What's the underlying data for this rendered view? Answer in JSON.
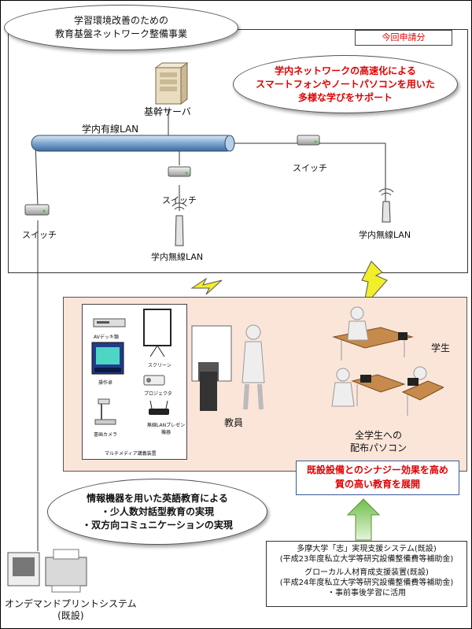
{
  "project_ellipse": [
    "学習環境改善のための",
    "教育基盤ネットワーク整備事業"
  ],
  "current_application_tag": "今回申請分",
  "goal_ellipse": [
    "学内ネットワークの高速化による",
    "スマートフォンやノートパソコンを用いた",
    "多様な学びをサポート"
  ],
  "backbone_server": "基幹サーバ",
  "wired_lan": "学内有線LAN",
  "switch": "スイッチ",
  "wireless_lan": "学内無線LAN",
  "classroom": {
    "av_deck": "AVデッキ類",
    "screen": "スクリーン",
    "control_panel": "操作卓",
    "projector": "プロジェクタ",
    "document_camera": "書画カメラ",
    "wireless_presenter": [
      "無線LANプレゼン",
      "機器"
    ],
    "multimedia_system": "マルチメディア講義装置",
    "teacher": "教員",
    "student": "学生",
    "pc_for_all": [
      "全学生への",
      "配布パソコン"
    ]
  },
  "synergy_box": [
    "既設設備とのシナジー効果を高め",
    "質の高い教育を展開"
  ],
  "english_ellipse": [
    "情報機器を用いた英語教育による",
    "・少人数対話型教育の実現",
    "・双方向コミュニケーションの実現"
  ],
  "existing_systems": [
    "多摩大学「志」実現支援システム(既設)",
    "(平成23年度私立大学等研究設備整備費等補助金)",
    "グローカル人材育成支援装置(既設)",
    "(平成24年度私立大学等研究設備整備費等補助金)",
    "・事前事後学習に活用"
  ],
  "print_system": [
    "オンデマンドプリントシステム",
    "(既設)"
  ]
}
